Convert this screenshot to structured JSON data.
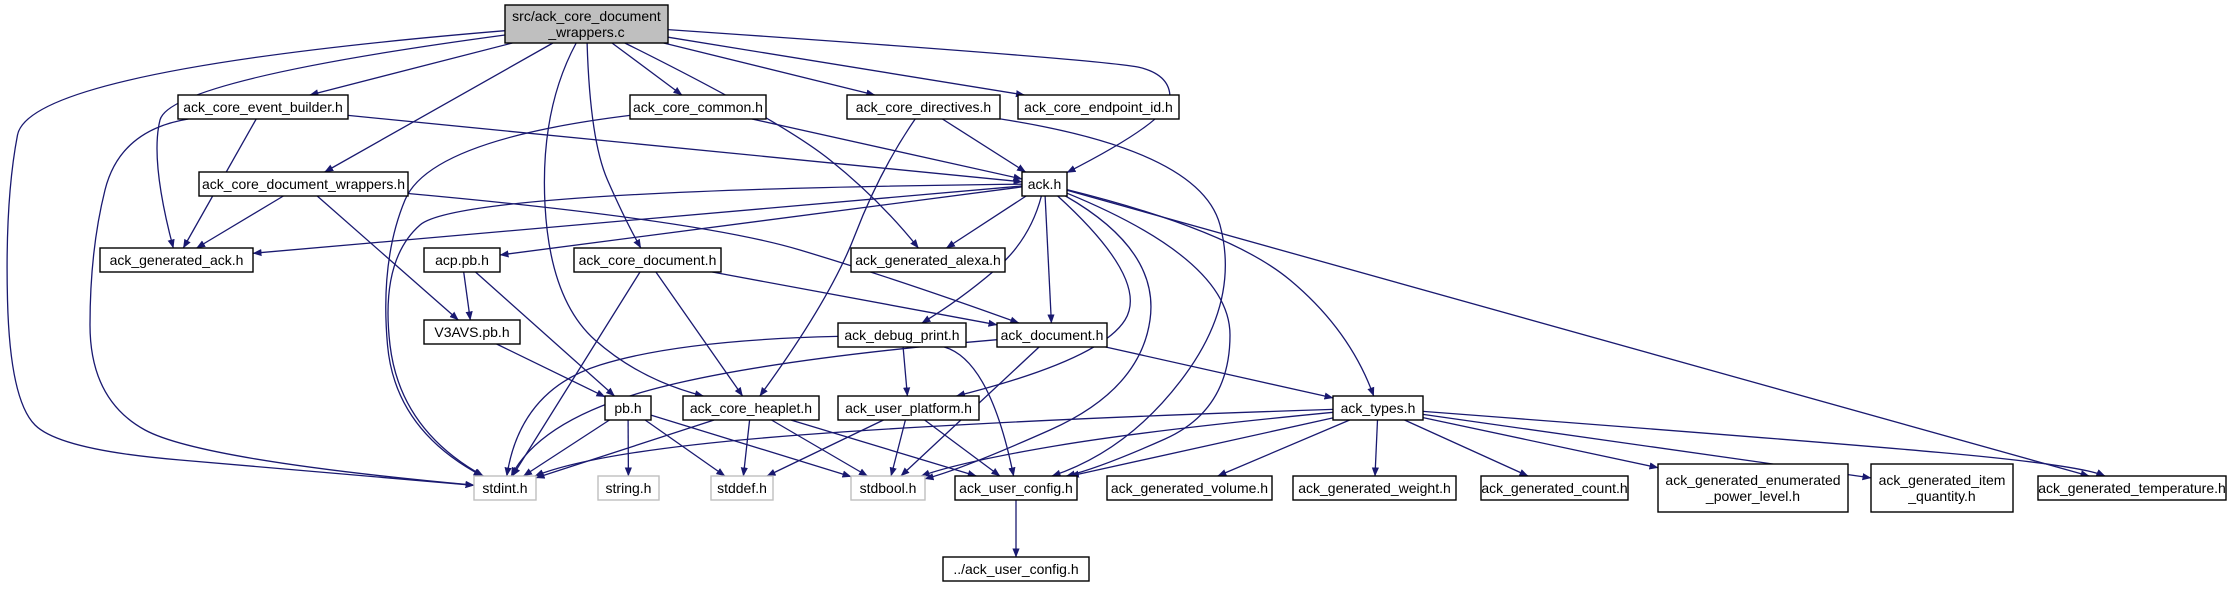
{
  "colors": {
    "edge": "#191970",
    "focus_fill": "#bfbfbf",
    "node_border": "#000000",
    "system_border": "#bfbfbf"
  },
  "nodes": [
    {
      "id": "root",
      "lines": [
        "src/ack_core_document",
        "_wrappers.c"
      ],
      "kind": "focus"
    },
    {
      "id": "event_builder",
      "lines": [
        "ack_core_event_builder.h"
      ],
      "kind": "normal"
    },
    {
      "id": "core_common",
      "lines": [
        "ack_core_common.h"
      ],
      "kind": "normal"
    },
    {
      "id": "core_directives",
      "lines": [
        "ack_core_directives.h"
      ],
      "kind": "normal"
    },
    {
      "id": "endpoint_id",
      "lines": [
        "ack_core_endpoint_id.h"
      ],
      "kind": "normal"
    },
    {
      "id": "doc_wrappers_h",
      "lines": [
        "ack_core_document_wrappers.h"
      ],
      "kind": "normal"
    },
    {
      "id": "ack_h",
      "lines": [
        "ack.h"
      ],
      "kind": "normal"
    },
    {
      "id": "generated_ack",
      "lines": [
        "ack_generated_ack.h"
      ],
      "kind": "normal"
    },
    {
      "id": "acp_pb",
      "lines": [
        "acp.pb.h"
      ],
      "kind": "normal"
    },
    {
      "id": "core_document",
      "lines": [
        "ack_core_document.h"
      ],
      "kind": "normal"
    },
    {
      "id": "generated_alexa",
      "lines": [
        "ack_generated_alexa.h"
      ],
      "kind": "normal"
    },
    {
      "id": "v3avs",
      "lines": [
        "V3AVS.pb.h"
      ],
      "kind": "normal"
    },
    {
      "id": "debug_print",
      "lines": [
        "ack_debug_print.h"
      ],
      "kind": "normal"
    },
    {
      "id": "ack_document",
      "lines": [
        "ack_document.h"
      ],
      "kind": "normal"
    },
    {
      "id": "pb_h",
      "lines": [
        "pb.h"
      ],
      "kind": "normal"
    },
    {
      "id": "heaplet",
      "lines": [
        "ack_core_heaplet.h"
      ],
      "kind": "normal"
    },
    {
      "id": "user_platform",
      "lines": [
        "ack_user_platform.h"
      ],
      "kind": "normal"
    },
    {
      "id": "ack_types",
      "lines": [
        "ack_types.h"
      ],
      "kind": "normal"
    },
    {
      "id": "stdint",
      "lines": [
        "stdint.h"
      ],
      "kind": "system"
    },
    {
      "id": "string",
      "lines": [
        "string.h"
      ],
      "kind": "system"
    },
    {
      "id": "stddef",
      "lines": [
        "stddef.h"
      ],
      "kind": "system"
    },
    {
      "id": "stdbool",
      "lines": [
        "stdbool.h"
      ],
      "kind": "system"
    },
    {
      "id": "user_config",
      "lines": [
        "ack_user_config.h"
      ],
      "kind": "normal"
    },
    {
      "id": "gen_volume",
      "lines": [
        "ack_generated_volume.h"
      ],
      "kind": "normal"
    },
    {
      "id": "gen_weight",
      "lines": [
        "ack_generated_weight.h"
      ],
      "kind": "normal"
    },
    {
      "id": "gen_count",
      "lines": [
        "ack_generated_count.h"
      ],
      "kind": "normal"
    },
    {
      "id": "gen_power",
      "lines": [
        "ack_generated_enumerated",
        "_power_level.h"
      ],
      "kind": "normal"
    },
    {
      "id": "gen_item_qty",
      "lines": [
        "ack_generated_item",
        "_quantity.h"
      ],
      "kind": "normal"
    },
    {
      "id": "gen_temperature",
      "lines": [
        "ack_generated_temperature.h"
      ],
      "kind": "normal"
    },
    {
      "id": "parent_user_config",
      "lines": [
        "../ack_user_config.h"
      ],
      "kind": "normal"
    }
  ],
  "edges": [
    [
      "root",
      "event_builder"
    ],
    [
      "root",
      "core_common"
    ],
    [
      "root",
      "core_directives"
    ],
    [
      "root",
      "endpoint_id"
    ],
    [
      "root",
      "doc_wrappers_h"
    ],
    [
      "root",
      "ack_h"
    ],
    [
      "root",
      "generated_ack"
    ],
    [
      "root",
      "core_document"
    ],
    [
      "root",
      "generated_alexa"
    ],
    [
      "root",
      "heaplet"
    ],
    [
      "root",
      "stdint"
    ],
    [
      "event_builder",
      "ack_h"
    ],
    [
      "event_builder",
      "generated_ack"
    ],
    [
      "event_builder",
      "stdint"
    ],
    [
      "core_common",
      "ack_h"
    ],
    [
      "core_common",
      "stdint"
    ],
    [
      "core_directives",
      "ack_h"
    ],
    [
      "core_directives",
      "heaplet"
    ],
    [
      "core_directives",
      "user_config"
    ],
    [
      "doc_wrappers_h",
      "generated_ack"
    ],
    [
      "doc_wrappers_h",
      "v3avs"
    ],
    [
      "doc_wrappers_h",
      "ack_document"
    ],
    [
      "ack_h",
      "generated_ack"
    ],
    [
      "ack_h",
      "acp_pb"
    ],
    [
      "ack_h",
      "generated_alexa"
    ],
    [
      "ack_h",
      "debug_print"
    ],
    [
      "ack_h",
      "ack_document"
    ],
    [
      "ack_h",
      "user_platform"
    ],
    [
      "ack_h",
      "ack_types"
    ],
    [
      "ack_h",
      "stdint"
    ],
    [
      "ack_h",
      "stdbool"
    ],
    [
      "ack_h",
      "user_config"
    ],
    [
      "ack_h",
      "gen_temperature"
    ],
    [
      "acp_pb",
      "v3avs"
    ],
    [
      "acp_pb",
      "pb_h"
    ],
    [
      "v3avs",
      "pb_h"
    ],
    [
      "core_document",
      "ack_document"
    ],
    [
      "core_document",
      "heaplet"
    ],
    [
      "core_document",
      "stdint"
    ],
    [
      "debug_print",
      "user_platform"
    ],
    [
      "debug_print",
      "user_config"
    ],
    [
      "debug_print",
      "stdint"
    ],
    [
      "ack_document",
      "ack_types"
    ],
    [
      "ack_document",
      "stdint"
    ],
    [
      "ack_document",
      "stdbool"
    ],
    [
      "pb_h",
      "stdint"
    ],
    [
      "pb_h",
      "string"
    ],
    [
      "pb_h",
      "stddef"
    ],
    [
      "pb_h",
      "stdbool"
    ],
    [
      "heaplet",
      "stdint"
    ],
    [
      "heaplet",
      "stddef"
    ],
    [
      "heaplet",
      "stdbool"
    ],
    [
      "heaplet",
      "user_config"
    ],
    [
      "user_platform",
      "stddef"
    ],
    [
      "user_platform",
      "stdbool"
    ],
    [
      "user_platform",
      "user_config"
    ],
    [
      "ack_types",
      "stdint"
    ],
    [
      "ack_types",
      "stdbool"
    ],
    [
      "ack_types",
      "user_config"
    ],
    [
      "ack_types",
      "gen_volume"
    ],
    [
      "ack_types",
      "gen_weight"
    ],
    [
      "ack_types",
      "gen_count"
    ],
    [
      "ack_types",
      "gen_power"
    ],
    [
      "ack_types",
      "gen_item_qty"
    ],
    [
      "ack_types",
      "gen_temperature"
    ],
    [
      "user_config",
      "parent_user_config"
    ]
  ]
}
